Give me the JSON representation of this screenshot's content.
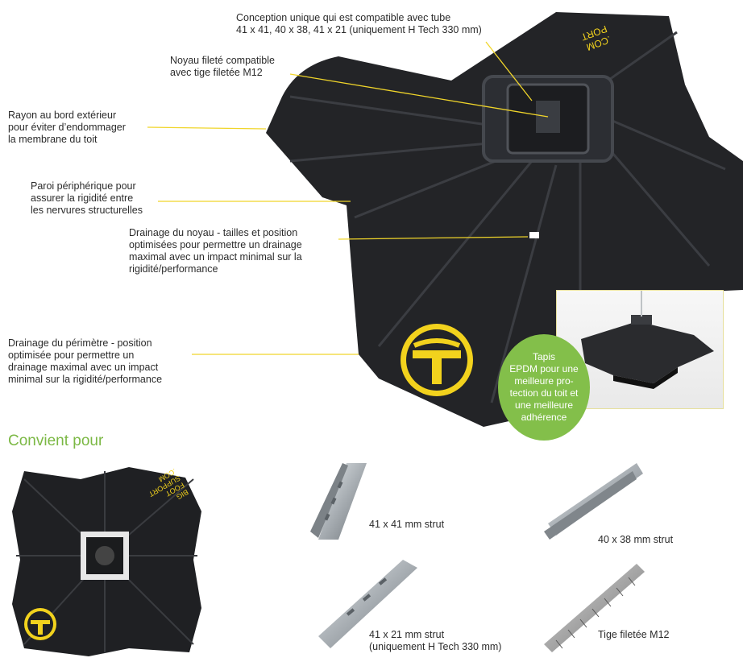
{
  "callouts": {
    "tube": "Conception unique qui est compatible avec tube\n41 x 41, 40 x 38, 41 x 21 (uniquement H Tech 330 mm)",
    "thread": "Noyau fileté compatible\navec tige filetée M12",
    "radius": "Rayon au bord extérieur\npour éviter d’endommager\nla membrane du toit",
    "wall": "Paroi périphérique pour\nassurer la rigidité entre\nles nervures structurelles",
    "core_drain": "Drainage du noyau - tailles et position\noptimisées pour permettre un drainage\nmaximal avec un impact minimal sur la\nrigidité/performance",
    "perimeter_drain": "Drainage du périmètre - position\noptimisée pour permettre un\ndrainage maximal avec un impact\nminimal sur la rigidité/performance"
  },
  "badge": "Tapis\nEPDM pour une\nmeilleure pro-\ntection du toit et\nune meilleure\nadhérence",
  "logo_text": ".COM\nPORT",
  "top_logo_text": "BIG\nFOOT\nSUPPORT\n.COM",
  "fits_title": "Convient pour",
  "struts": [
    {
      "label": "41 x 41 mm strut"
    },
    {
      "label": "40 x 38 mm strut"
    },
    {
      "label": "41 x 21 mm strut\n(uniquement H Tech 330 mm)"
    },
    {
      "label": "Tige filetée M12"
    }
  ],
  "colors": {
    "base": "#232427",
    "accent_yellow": "#f2d21d",
    "callout_line": "#f0d52a",
    "green": "#83bf4a",
    "metal": "#b9bec2"
  }
}
